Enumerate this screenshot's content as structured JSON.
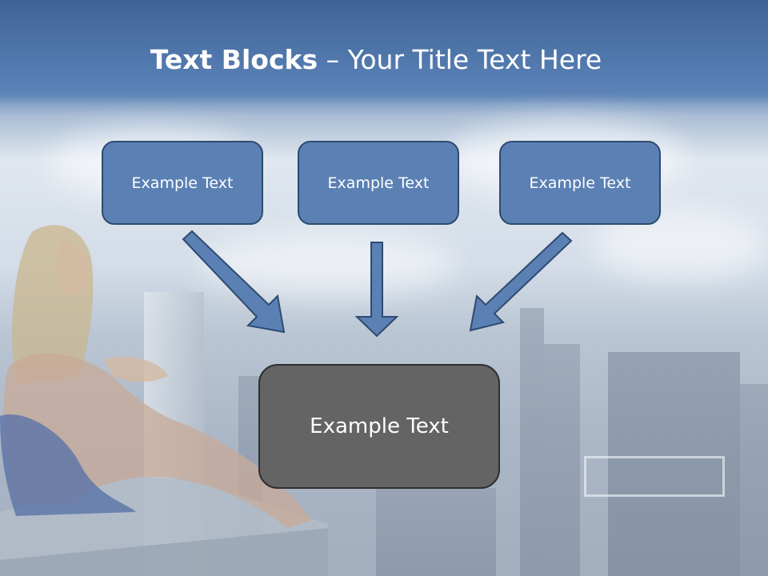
{
  "title": {
    "bold": "Text Blocks",
    "dash": " – ",
    "rest": "Your Title Text Here"
  },
  "boxes": [
    {
      "label": "Example Text"
    },
    {
      "label": "Example Text"
    },
    {
      "label": "Example Text"
    }
  ],
  "result_box": {
    "label": "Example Text"
  },
  "colors": {
    "header": "#4a70a5",
    "box_fill": "#5b80b4",
    "box_border": "#2e4b70",
    "result_fill": "#646464",
    "arrow": "#5b80b4"
  },
  "icons": [
    "arrow-down-right-icon",
    "arrow-down-icon",
    "arrow-down-left-icon"
  ]
}
